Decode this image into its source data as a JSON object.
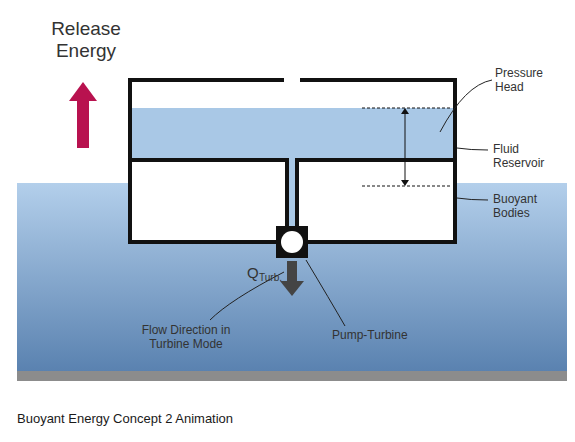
{
  "diagram": {
    "caption": "Buoyant Energy Concept 2 Animation",
    "labels": [
      "Release Energy",
      "Pressure Head",
      "Fluid Reservoir",
      "Buoyant Bodies",
      "Q",
      "Turb.",
      "Flow Direction in Turbine Mode",
      "Pump-Turbine"
    ]
  }
}
